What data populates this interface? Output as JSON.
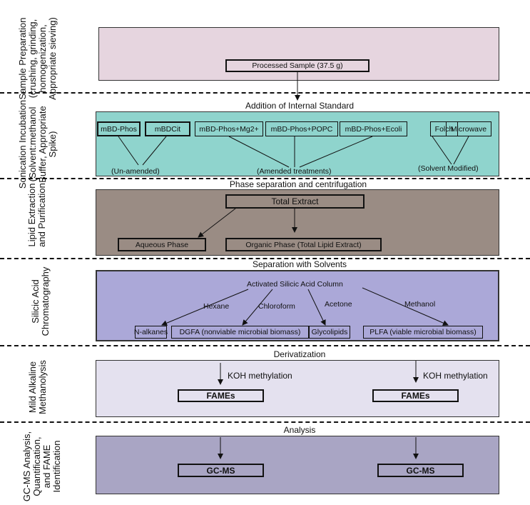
{
  "stages": {
    "s1": {
      "side_label": "Sample Preparation (crushing, grinding, homogenization, Appropriate sieving)",
      "box": "Processed Sample (37.5 g)"
    },
    "s2": {
      "side_label": "Sonication Incubation (Solvent:methanol Buffer, Appropriate Spike)",
      "header": "Addition of Internal Standard",
      "boxes": [
        "mBD-Phos",
        "mBDCit",
        "mBD-Phos+Mg2+",
        "mBD-Phos+POPC",
        "mBD-Phos+Ecoli",
        "Folch",
        "Microwave"
      ],
      "groups": [
        "(Un-amended)",
        "(Amended treatments)",
        "(Solvent Modified)"
      ]
    },
    "s3": {
      "side_label": "Lipid Extraction and Purification",
      "header": "Phase separation and centrifugation",
      "top": "Total Extract",
      "left": "Aqueous Phase",
      "right": "Organic Phase (Total Lipid Extract)"
    },
    "s4": {
      "side_label": "Silicic Acid Chromatography",
      "header": "Separation with Solvents",
      "top": "Activated Silicic Acid Column",
      "solvents": [
        "Hexane",
        "Chloroform",
        "Acetone",
        "Methanol"
      ],
      "boxes": [
        "N-alkanes",
        "DGFA (nonviable microbial biomass)",
        "Glycolipids",
        "PLFA (viable microbial biomass)"
      ]
    },
    "s5": {
      "side_label": "Mild Alkaline Methanolysis",
      "header": "Derivatization",
      "step": "KOH methylation",
      "product": "FAMEs"
    },
    "s6": {
      "side_label": "GC-MS Analysis, Quantification, and FAME Identification",
      "header": "Analysis",
      "product": "GC-MS"
    }
  },
  "colors": {
    "s1": "#e6d5df",
    "s2": "#8fd4cd",
    "s3": "#9a8c84",
    "s4": "#aba8d8",
    "s5": "#e4e1ef",
    "s6": "#a9a5c4"
  }
}
